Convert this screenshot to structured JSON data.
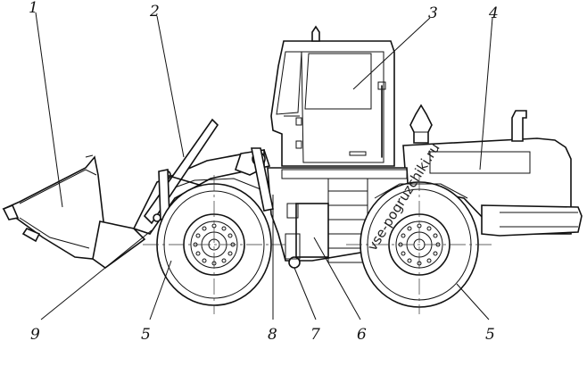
{
  "callouts": {
    "c1": "1",
    "c2": "2",
    "c3": "3",
    "c4": "4",
    "c5a": "5",
    "c5b": "5",
    "c6": "6",
    "c7": "7",
    "c8": "8",
    "c9": "9"
  },
  "watermark": "vse-pogruzchiki.ru"
}
